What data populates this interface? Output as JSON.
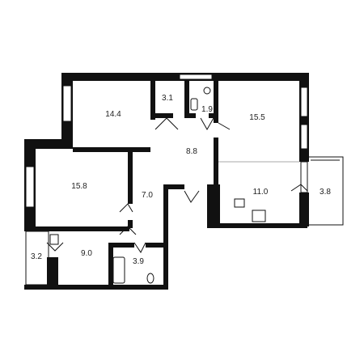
{
  "plan": {
    "rooms": [
      {
        "id": "room-1",
        "area": "14.4"
      },
      {
        "id": "room-2",
        "area": "3.1"
      },
      {
        "id": "room-3",
        "area": "1.9"
      },
      {
        "id": "room-4",
        "area": "15.5"
      },
      {
        "id": "room-5",
        "area": "8.8"
      },
      {
        "id": "room-6",
        "area": "15.8"
      },
      {
        "id": "room-7",
        "area": "7.0"
      },
      {
        "id": "room-8",
        "area": "11.0"
      },
      {
        "id": "room-9",
        "area": "3.8"
      },
      {
        "id": "room-10",
        "area": "3.2"
      },
      {
        "id": "room-11",
        "area": "9.0"
      },
      {
        "id": "room-12",
        "area": "3.9"
      }
    ]
  },
  "colors": {
    "wall": "#111111",
    "thin_line": "#888888",
    "background": "#ffffff"
  }
}
